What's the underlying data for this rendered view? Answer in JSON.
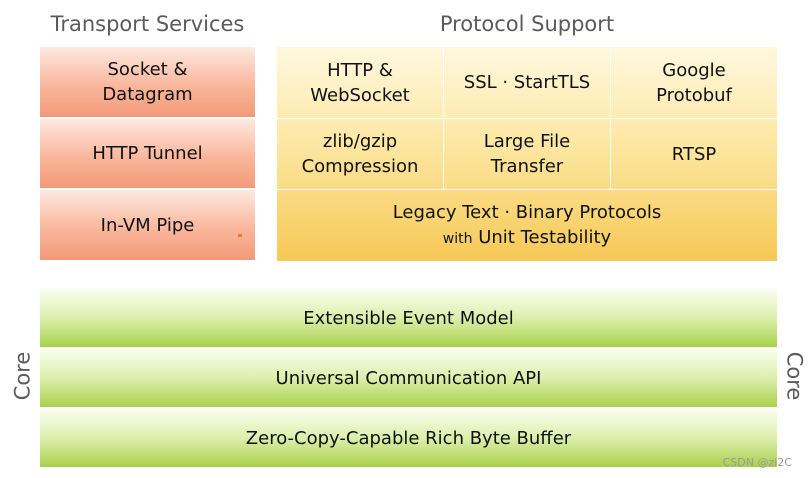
{
  "headers": {
    "transport": "Transport Services",
    "protocol": "Protocol Support"
  },
  "transport": {
    "items": [
      {
        "line1": "Socket &",
        "line2": "Datagram"
      },
      {
        "line1": "HTTP Tunnel"
      },
      {
        "line1": "In-VM Pipe"
      }
    ]
  },
  "protocol": {
    "row1": [
      {
        "line1": "HTTP &",
        "line2": "WebSocket"
      },
      {
        "line1": "SSL · StartTLS"
      },
      {
        "line1": "Google",
        "line2": "Protobuf"
      }
    ],
    "row2": [
      {
        "line1": "zlib/gzip",
        "line2": "Compression"
      },
      {
        "line1": "Large File",
        "line2": "Transfer"
      },
      {
        "line1": "RTSP"
      }
    ],
    "legacy": {
      "line1": "Legacy Text · Binary Protocols",
      "with": "with",
      "line2": "Unit Testability"
    }
  },
  "core": {
    "label_left": "Core",
    "label_right": "Core",
    "layers": [
      "Extensible Event Model",
      "Universal Communication API",
      "Zero-Copy-Capable Rich Byte Buffer"
    ]
  },
  "watermark": "CSDN @zl2C",
  "colors": {
    "transport": "#f6a889",
    "protocol": "#fbd874",
    "core": "#c6e27f"
  }
}
